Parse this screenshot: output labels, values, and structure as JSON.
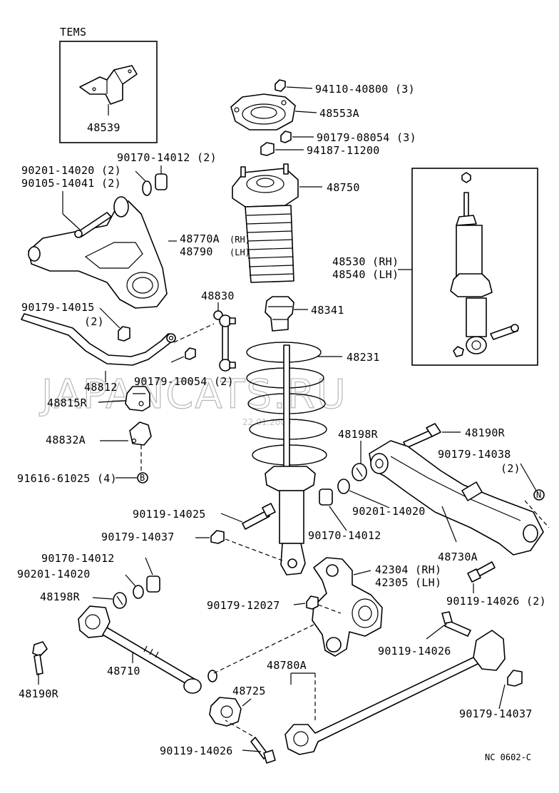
{
  "diagram": {
    "inset_title": "TEMS",
    "code": "NC 0602-C",
    "watermark": "JAPANCATS.RU",
    "watermark_date": "22.01.2005"
  },
  "labels": {
    "p48539": "48539",
    "p94110": "94110-40800 (3)",
    "p48553a": "48553A",
    "p90179_08054": "90179-08054 (3)",
    "p94187": "94187-11200",
    "p90170_14012_2": "90170-14012 (2)",
    "p90201_14020_2": "90201-14020 (2)",
    "p90105": "90105-14041 (2)",
    "p48750": "48750",
    "p48770a": "48770A",
    "p48790": "48790",
    "rh": "(RH)",
    "lh": "(LH)",
    "p48530": "48530 (RH)",
    "p48540": "48540 (LH)",
    "p48830": "48830",
    "p90179_14015": "90179-14015",
    "p90179_14015_qty": "(2)",
    "p48341": "48341",
    "p48231": "48231",
    "p90179_10054": "90179-10054 (2)",
    "p48812": "48812",
    "p48815r": "48815R",
    "p48832a": "48832A",
    "p91616": "91616-61025 (4)",
    "p48198r_top": "48198R",
    "p48190r_top": "48190R",
    "p90179_14038": "90179-14038",
    "p90179_14038_qty": "(2)",
    "p90119_14025": "90119-14025",
    "p90201_14020_mid": "90201-14020",
    "p90179_14037_left": "90179-14037",
    "p90170_14012_mid": "90170-14012",
    "p48730a": "48730A",
    "p90170_14012_low": "90170-14012",
    "p90201_14020_low": "90201-14020",
    "p48198r_low": "48198R",
    "p42304": "42304 (RH)",
    "p42305": "42305 (LH)",
    "p90119_14026_2": "90119-14026 (2)",
    "p90179_12027": "90179-12027",
    "p48190r_low": "48190R",
    "p48710": "48710",
    "p48780a": "48780A",
    "p90119_14026_mid": "90119-14026",
    "p48725": "48725",
    "p90179_14037_right": "90179-14037",
    "p90119_14026_bot": "90119-14026"
  },
  "markers": {
    "b": "B",
    "n": "N"
  }
}
